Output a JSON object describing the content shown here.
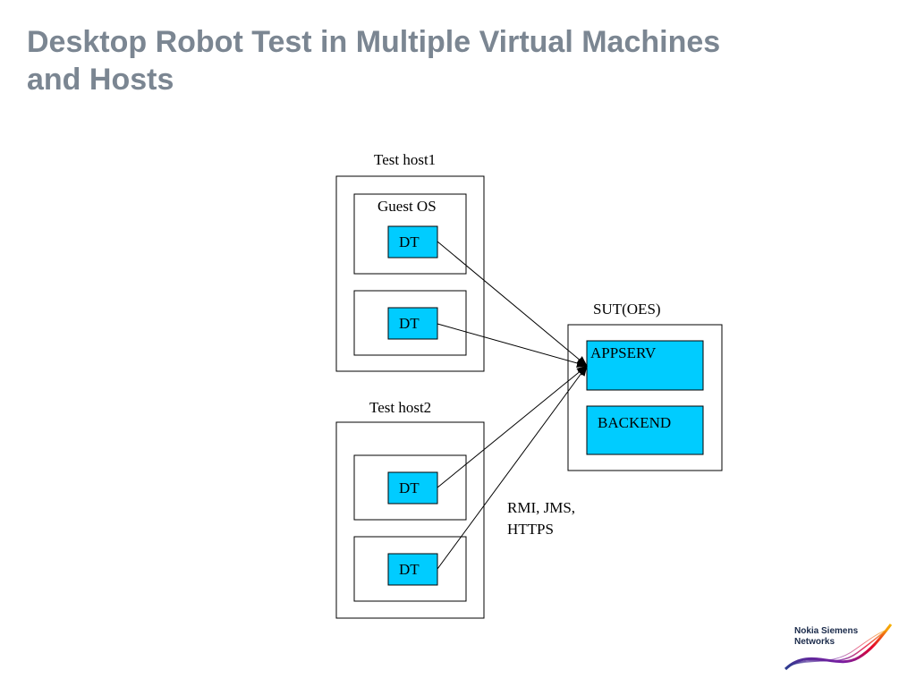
{
  "slide": {
    "title_line1": "Desktop Robot Test in Multiple Virtual Machines",
    "title_line2": "and Hosts"
  },
  "diagram": {
    "test_host1": {
      "label": "Test host1",
      "guest_os_label": "Guest OS",
      "dt1": "DT",
      "dt2": "DT"
    },
    "test_host2": {
      "label": "Test host2",
      "dt3": "DT",
      "dt4": "DT"
    },
    "sut": {
      "label": "SUT(OES)",
      "appserv": "APPSERV",
      "backend": "BACKEND"
    },
    "protocol_line1": "RMI, JMS,",
    "protocol_line2": "HTTPS"
  },
  "logo": {
    "line1": "Nokia Siemens",
    "line2": "Networks",
    "colors": [
      "#f7b500",
      "#e4002b",
      "#7a1fa2",
      "#2a3c8e"
    ]
  }
}
